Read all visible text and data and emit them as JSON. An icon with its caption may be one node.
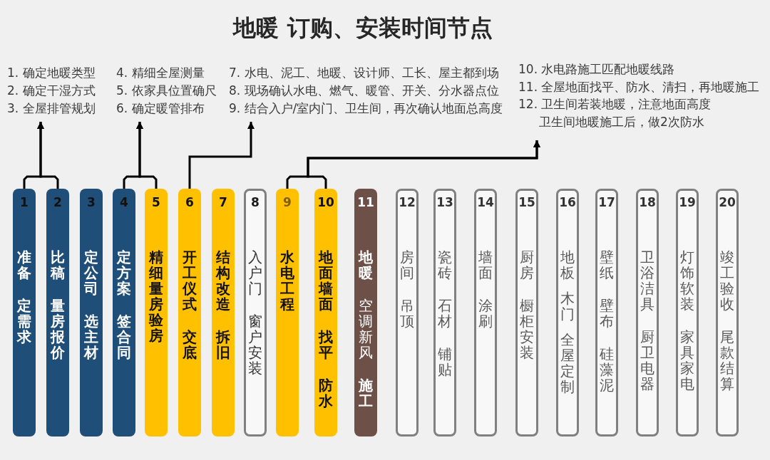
{
  "diagram": {
    "title": "地暖 订购、安装时间节点",
    "nodes": [
      {
        "text": [
          "1. 确定地暖类型",
          "2. 确定干湿方式",
          "3. 全屋排管规划"
        ]
      },
      {
        "text": [
          "4. 精细全屋测量",
          "5. 依家具位置确尺",
          "6. 确定暖管排布"
        ]
      },
      {
        "text": [
          "7. 水电、泥工、地暖、设计师、工长、屋主都到场",
          "8. 现场确认水电、燃气、暖管、开关、分水器点位",
          "9. 结合入户/室内门、卫生间，再次确认地面总高度"
        ]
      },
      {
        "text": [
          "10. 水电路施工匹配地暖线路",
          "11. 全屋地面找平、防水、清扫，再地暖施工",
          "12. 卫生间若装地暖，注意地面高度",
          "卫生间地暖施工后，做2次防水"
        ]
      },
      {
        "text": [
          "1",
          "准备",
          "定需求"
        ]
      },
      {
        "text": [
          "2",
          "比稿",
          "量房报价"
        ]
      },
      {
        "text": [
          "3",
          "定公司",
          "选主材"
        ]
      },
      {
        "text": [
          "4",
          "定方案",
          "签合同"
        ]
      },
      {
        "text": [
          "5",
          "精细量房验房"
        ]
      },
      {
        "text": [
          "6",
          "开工仪式",
          "交底"
        ]
      },
      {
        "text": [
          "7",
          "结构改造",
          "拆旧"
        ]
      },
      {
        "text": [
          "8",
          "入户门",
          "窗户安装"
        ]
      },
      {
        "text": [
          "9",
          "水电工程"
        ]
      },
      {
        "text": [
          "10",
          "地面墙面",
          "找平",
          "防水"
        ]
      },
      {
        "text": [
          "11",
          "地暖",
          "空调新风",
          "施工"
        ]
      },
      {
        "text": [
          "12",
          "房间",
          "吊顶"
        ]
      },
      {
        "text": [
          "13",
          "瓷砖",
          "石材",
          "铺贴"
        ]
      },
      {
        "text": [
          "14",
          "墙面",
          "涂刷"
        ]
      },
      {
        "text": [
          "15",
          "厨房",
          "橱柜安装"
        ]
      },
      {
        "text": [
          "16",
          "地板",
          "木门",
          "全屋定制"
        ]
      },
      {
        "text": [
          "17",
          "壁纸",
          "壁布",
          "硅藻泥"
        ]
      },
      {
        "text": [
          "18",
          "卫浴洁具",
          "厨卫电器"
        ]
      },
      {
        "text": [
          "19",
          "灯饰软装",
          "家具家电"
        ]
      },
      {
        "text": [
          "20",
          "竣工验收",
          "尾款结算"
        ]
      }
    ],
    "edges": [
      {
        "from": 4,
        "to": 0,
        "arrow": "to"
      },
      {
        "from": 5,
        "to": 0,
        "arrow": "to"
      },
      {
        "from": 7,
        "to": 1,
        "arrow": "to"
      },
      {
        "from": 8,
        "to": 1,
        "arrow": "to"
      },
      {
        "from": 9,
        "to": 2,
        "arrow": "to"
      },
      {
        "from": 12,
        "to": 3,
        "arrow": "to"
      },
      {
        "from": 13,
        "to": 3,
        "arrow": "to"
      }
    ]
  }
}
